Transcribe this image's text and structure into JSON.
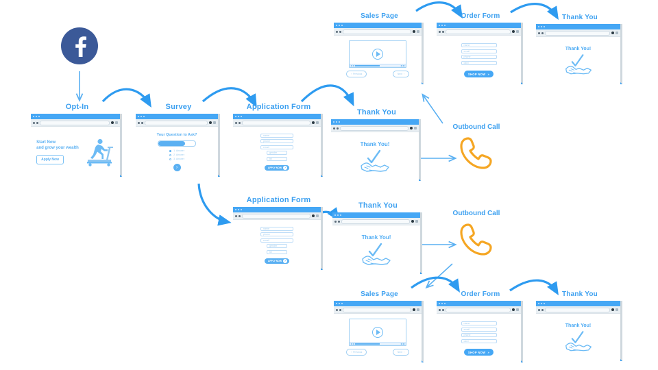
{
  "theme": {
    "accent_blue": "#3CA0F0",
    "light_blue": "#5AB0F2",
    "facebook_blue": "#3B5998",
    "phone_orange": "#F5A623",
    "background": "#FFFFFF"
  },
  "source": {
    "name": "facebook-logo",
    "letter": "f"
  },
  "nodes": {
    "optin": {
      "title": "Opt-In",
      "headline_line1": "Start Now",
      "headline_line2": "and grow your wealth",
      "cta": "Apply Now",
      "illustration": "treadmill-runner-icon"
    },
    "survey": {
      "title": "Survey",
      "question": "Your Question to Ask?",
      "progress_percent": 72,
      "answers": [
        "1. Answer",
        "2. Answer",
        "3. Answer"
      ],
      "selected_index": 0,
      "next_icon": "chevron-right-icon"
    },
    "application_form_1": {
      "title": "Application Form",
      "fields": [
        "name",
        "phone",
        "email",
        "gender",
        "tel"
      ],
      "cta": "APPLY NOW"
    },
    "application_form_2": {
      "title": "Application Form",
      "fields": [
        "name",
        "phone",
        "email",
        "gender",
        "tel"
      ],
      "cta": "APPLY NOW"
    },
    "thankyou_1": {
      "title": "Thank You",
      "message": "Thank You!",
      "illustration": "handshake-check-icon"
    },
    "thankyou_2": {
      "title": "Thank You",
      "message": "Thank You!",
      "illustration": "handshake-check-icon"
    },
    "thankyou_top": {
      "title": "Thank You",
      "message": "Thank You!",
      "illustration": "handshake-check-icon"
    },
    "thankyou_bottom": {
      "title": "Thank You",
      "message": "Thank You!",
      "illustration": "handshake-check-icon"
    },
    "sales_top": {
      "title": "Sales Page",
      "video": "video-player",
      "play_icon": "play-icon",
      "video_progress_percent": 55,
      "prev_label": "Previous",
      "next_label": "Next"
    },
    "sales_bottom": {
      "title": "Sales Page",
      "video": "video-player",
      "play_icon": "play-icon",
      "video_progress_percent": 55,
      "prev_label": "Previous",
      "next_label": "Next"
    },
    "order_top": {
      "title": "Order Form",
      "fields": [
        "name",
        "email",
        "phone",
        "card"
      ],
      "cta": "SHOP NOW"
    },
    "order_bottom": {
      "title": "Order Form",
      "fields": [
        "name",
        "email",
        "phone",
        "card"
      ],
      "cta": "SHOP NOW"
    },
    "call_1": {
      "title": "Outbound Call",
      "icon": "phone-handset-icon"
    },
    "call_2": {
      "title": "Outbound Call",
      "icon": "phone-handset-icon"
    }
  }
}
